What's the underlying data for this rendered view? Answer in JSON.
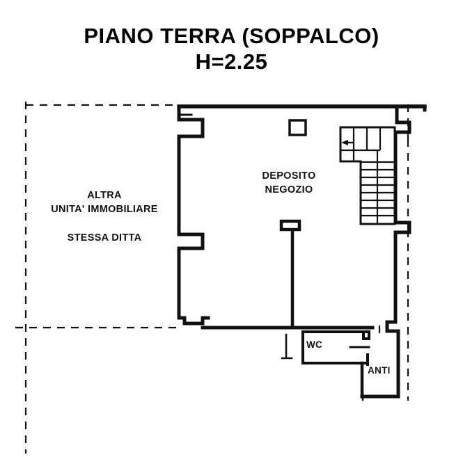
{
  "document": {
    "type": "floor-plan",
    "title_lines": [
      "PIANO TERRA (SOPPALCO)",
      "H=2.25"
    ],
    "ceiling_height_m": "2.25"
  },
  "labels": {
    "left_unit": {
      "line1": "ALTRA",
      "line2": "UNITA' IMMOBILIARE",
      "line3": "STESSA DITTA"
    },
    "main_room": {
      "line1": "DEPOSITO",
      "line2": "NEGOZIO"
    },
    "bathroom": "WC",
    "antechamber": "ANTI"
  },
  "icons": {
    "stair_direction": "stair-up-arrow-icon",
    "column": "column-icon"
  },
  "colors": {
    "ink": "#000000",
    "paper": "#ffffff"
  }
}
